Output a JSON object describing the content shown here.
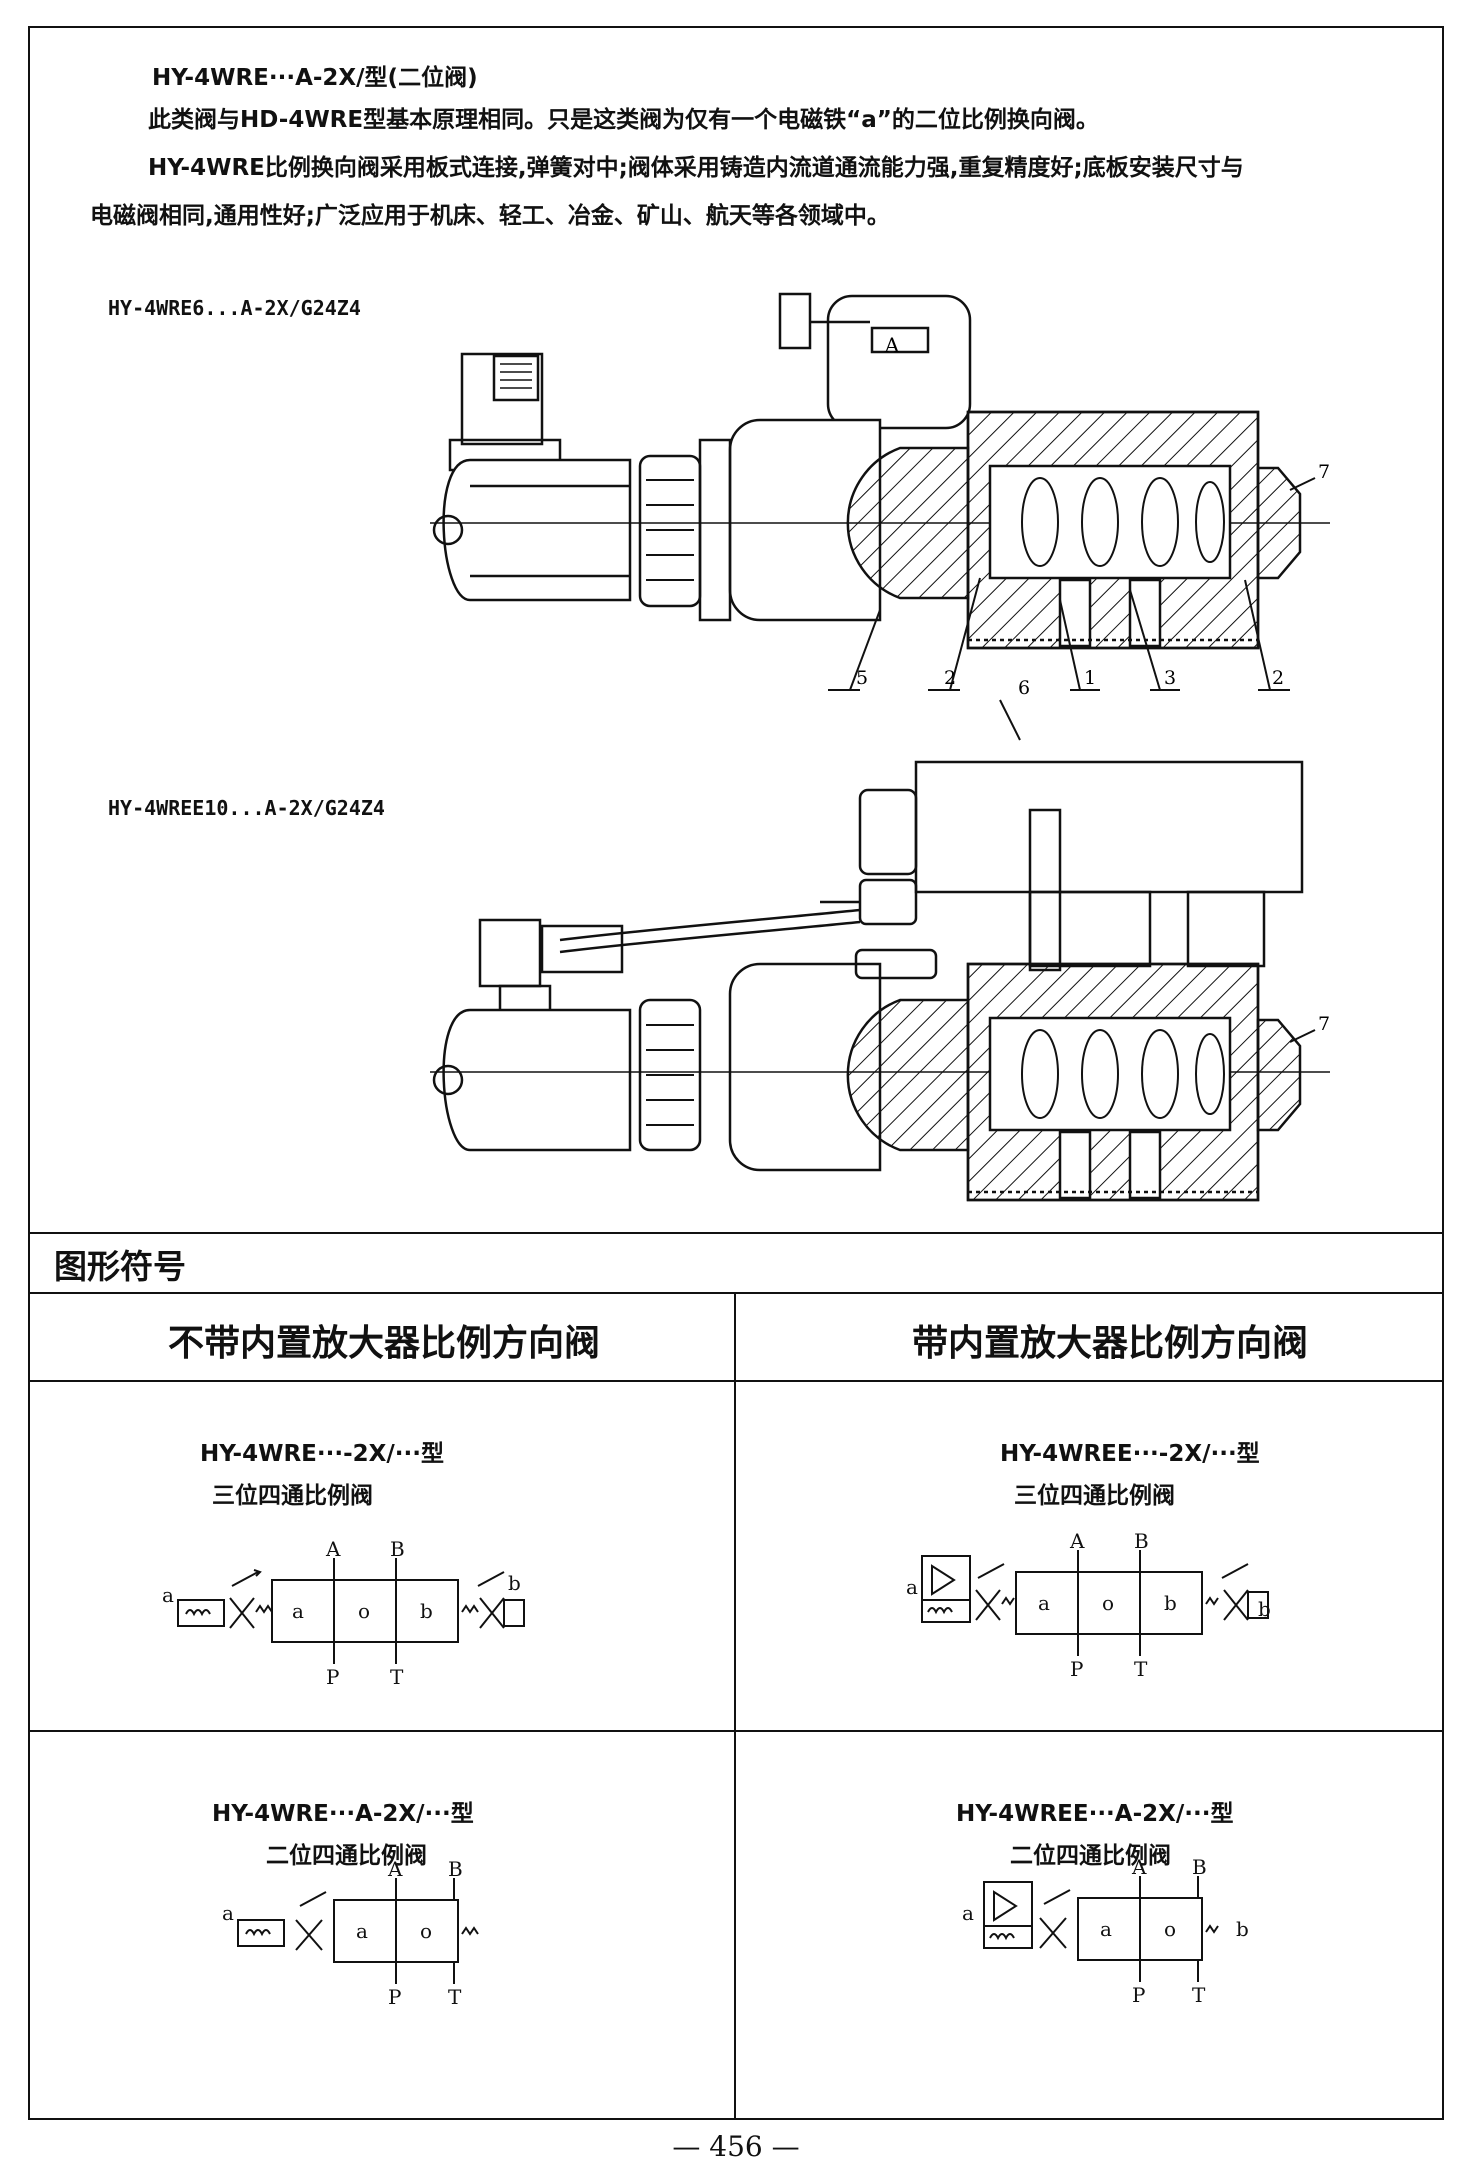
{
  "intro": {
    "title": "HY-4WRE···A-2X/型(二位阀)",
    "line1": "此类阀与HD-4WRE型基本原理相同。只是这类阀为仅有一个电磁铁“a”的二位比例换向阀。",
    "line2": "HY-4WRE比例换向阀采用板式连接,弹簧对中;阀体采用铸造内流道通流能力强,重复精度好;底板安装尺寸与",
    "line3": "电磁阀相同,通用性好;广泛应用于机床、轻工、冶金、矿山、航天等各领域中。"
  },
  "drawings": {
    "model1": "HY-4WRE6...A-2X/G24Z4",
    "model2": "HY-4WREE10...A-2X/G24Z4",
    "coil_label": "A",
    "callouts1": [
      "5",
      "2",
      "1",
      "3",
      "2",
      "7",
      "6"
    ],
    "callout2": "7"
  },
  "symbols": {
    "section_title": "图形符号",
    "col_left": "不带内置放大器比例方向阀",
    "col_right": "带内置放大器比例方向阀",
    "cells": [
      {
        "model": "HY-4WRE···-2X/···型",
        "desc": "三位四通比例阀"
      },
      {
        "model": "HY-4WREE···-2X/···型",
        "desc": "三位四通比例阀"
      },
      {
        "model": "HY-4WRE···A-2X/···型",
        "desc": "二位四通比例阀"
      },
      {
        "model": "HY-4WREE···A-2X/···型",
        "desc": "二位四通比例阀"
      }
    ],
    "port_labels": {
      "A": "A",
      "B": "B",
      "P": "P",
      "T": "T",
      "a": "a",
      "b": "b",
      "o": "o"
    }
  },
  "footer": {
    "page_number": "— 456 —"
  }
}
